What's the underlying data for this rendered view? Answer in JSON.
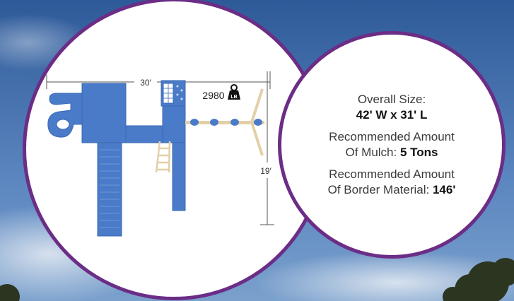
{
  "diagram": {
    "width_dim": "30′",
    "length_dim": "19′",
    "weight_value": "2980",
    "weight_unit": "LB"
  },
  "info": {
    "size_label": "Overall Size:",
    "size_value": "42' W x 31' L",
    "mulch_line1": "Recommended Amount",
    "mulch_label": "Of Mulch:",
    "mulch_value": "5 Tons",
    "border_line1": "Recommended Amount",
    "border_label": "Of Border Material:",
    "border_value": "146'"
  },
  "colors": {
    "ring": "#6b2d86",
    "structure_blue": "#4a7bc8",
    "wood": "#e3cfa8"
  }
}
